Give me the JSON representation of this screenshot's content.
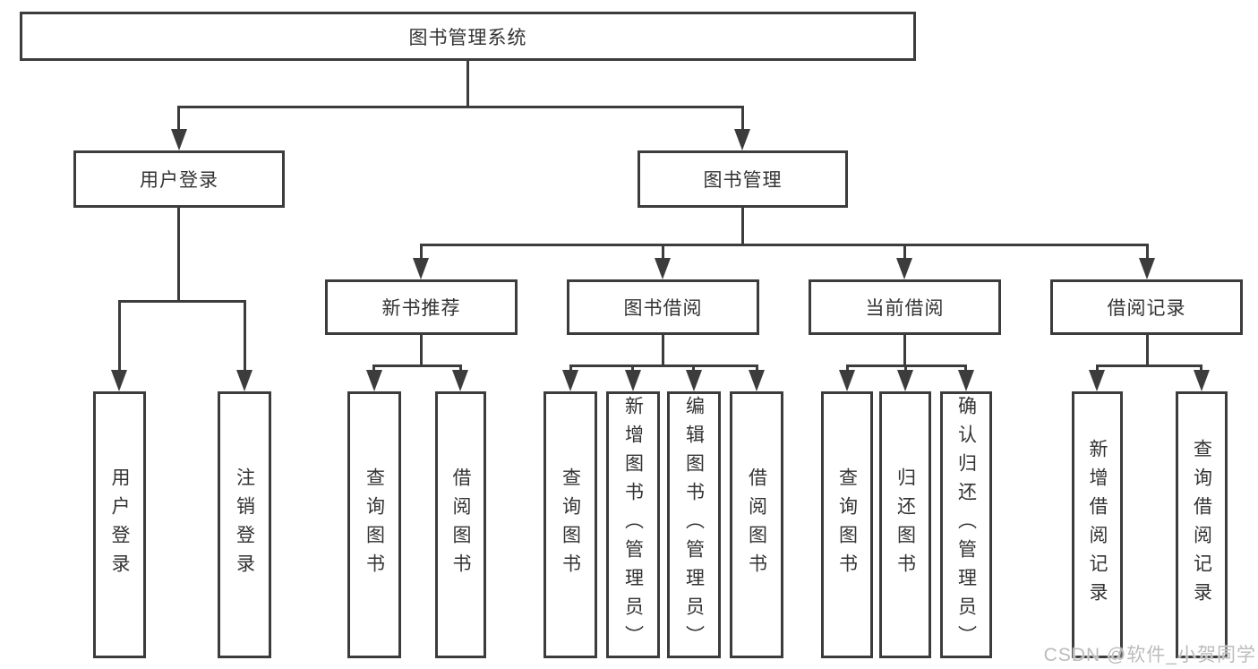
{
  "diagram": {
    "root": "图书管理系统",
    "level2": [
      {
        "label": "用户登录"
      },
      {
        "label": "图书管理"
      }
    ],
    "level3": [
      {
        "label": "新书推荐"
      },
      {
        "label": "图书借阅"
      },
      {
        "label": "当前借阅"
      },
      {
        "label": "借阅记录"
      }
    ],
    "leaves": {
      "user_login": [
        "用户登录",
        "注销登录"
      ],
      "new_books": [
        "查询图书",
        "借阅图书"
      ],
      "book_borrow": [
        "查询图书",
        "新增图书（管理员）",
        "编辑图书（管理员）",
        "借阅图书"
      ],
      "current_borrow": [
        "查询图书",
        "归还图书",
        "确认归还（管理员）"
      ],
      "borrow_records": [
        "新增借阅记录",
        "查询借阅记录"
      ]
    }
  },
  "watermark": "CSDN @软件_小贺同学",
  "colors": {
    "line": "#3c3c3c",
    "text": "#333333",
    "watermark": "#bcbcbc",
    "background": "#ffffff"
  }
}
